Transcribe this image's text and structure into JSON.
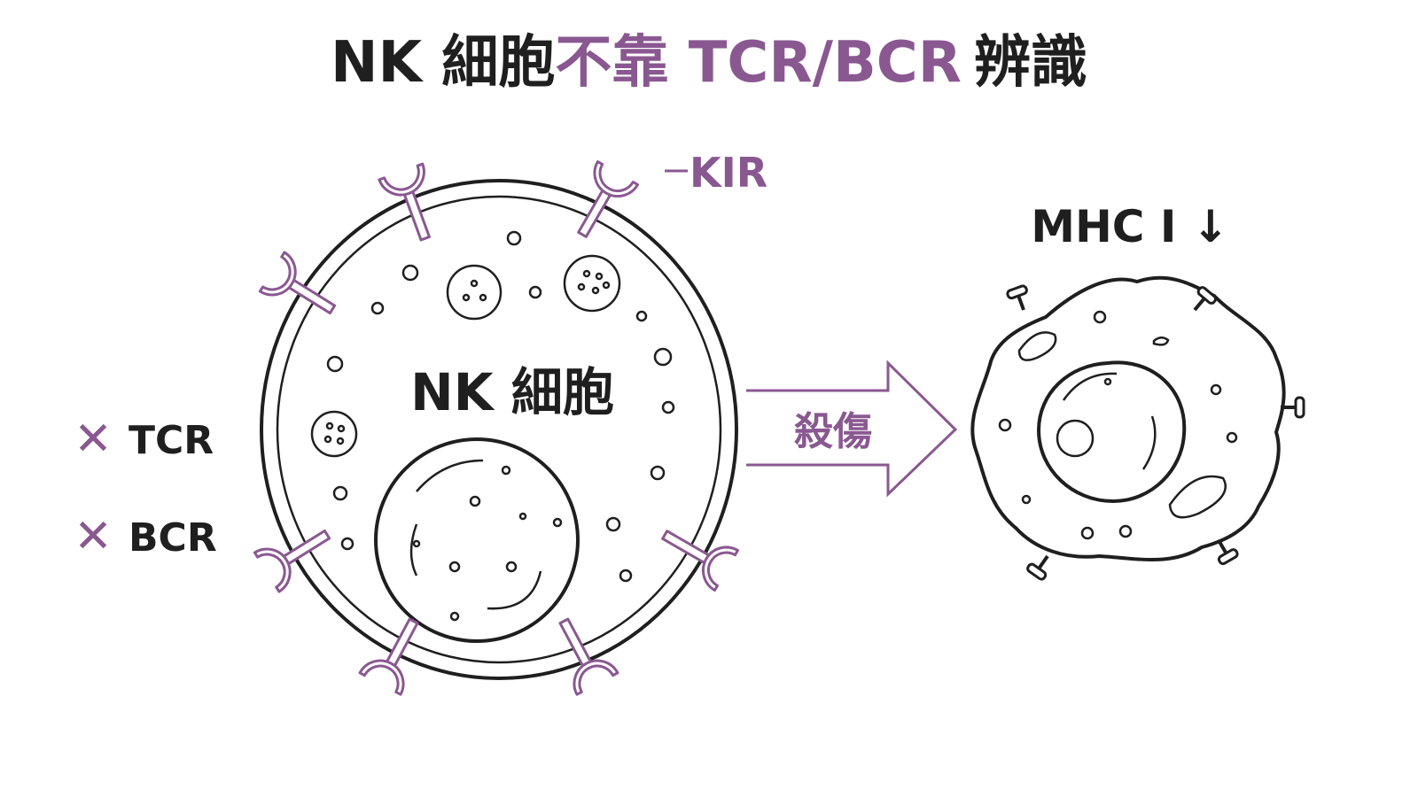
{
  "title": {
    "part1": "NK 細胞",
    "part2": "不靠 TCR/BCR",
    "part3": "辨識"
  },
  "nk_cell": {
    "label": "NK 細胞"
  },
  "receptor_label": "KIR",
  "absent_receptors": [
    {
      "mark": "✕",
      "label": "TCR"
    },
    {
      "mark": "✕",
      "label": "BCR"
    }
  ],
  "action": {
    "label": "殺傷"
  },
  "target_cell": {
    "label": "MHC I ↓"
  },
  "colors": {
    "accent": "#8a5891",
    "ink": "#1f1f1f",
    "background": "#ffffff"
  }
}
